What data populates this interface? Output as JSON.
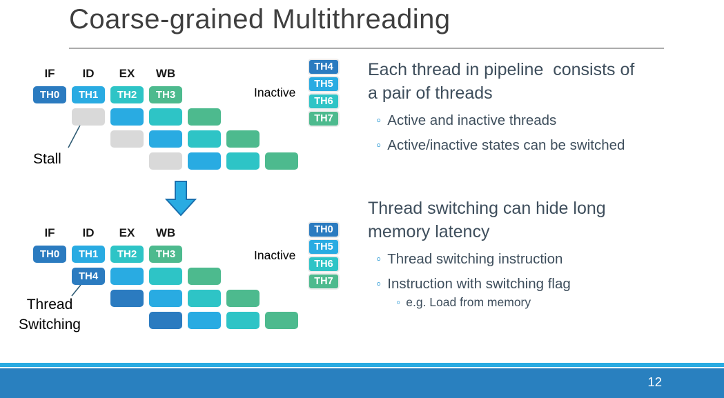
{
  "title": "Coarse-grained Multithreading",
  "colors": {
    "darkblue": "#2B7BC0",
    "lightblue": "#29ABE2",
    "teal": "#2EC4C6",
    "green": "#4DBA8E",
    "gray": "#D9D9D9",
    "callout_line": "#2F5B73",
    "heading_text": "#3E4E5C",
    "bullet_marker": "#2E9BD5",
    "arrow_fill": "#29ABE2",
    "arrow_stroke": "#1A70AE",
    "footer_main": "#2980BF",
    "footer_accent": "#29ABE2"
  },
  "pipeline_top": {
    "stage_headers": [
      "IF",
      "ID",
      "EX",
      "WB"
    ],
    "rows": [
      {
        "cells": [
          {
            "col": 0,
            "color": "darkblue",
            "label": "TH0"
          },
          {
            "col": 1,
            "color": "lightblue",
            "label": "TH1"
          },
          {
            "col": 2,
            "color": "teal",
            "label": "TH2"
          },
          {
            "col": 3,
            "color": "green",
            "label": "TH3"
          }
        ]
      },
      {
        "cells": [
          {
            "col": 1,
            "color": "gray"
          },
          {
            "col": 2,
            "color": "lightblue"
          },
          {
            "col": 3,
            "color": "teal"
          },
          {
            "col": 4,
            "color": "green"
          }
        ]
      },
      {
        "cells": [
          {
            "col": 2,
            "color": "gray"
          },
          {
            "col": 3,
            "color": "lightblue"
          },
          {
            "col": 4,
            "color": "teal"
          },
          {
            "col": 5,
            "color": "green"
          }
        ]
      },
      {
        "cells": [
          {
            "col": 3,
            "color": "gray"
          },
          {
            "col": 4,
            "color": "lightblue"
          },
          {
            "col": 5,
            "color": "teal"
          },
          {
            "col": 6,
            "color": "green"
          }
        ]
      }
    ],
    "callout": "Stall",
    "inactive": {
      "label": "Inactive",
      "threads": [
        {
          "label": "TH4",
          "color": "darkblue"
        },
        {
          "label": "TH5",
          "color": "lightblue"
        },
        {
          "label": "TH6",
          "color": "teal"
        },
        {
          "label": "TH7",
          "color": "green"
        }
      ]
    }
  },
  "pipeline_bottom": {
    "stage_headers": [
      "IF",
      "ID",
      "EX",
      "WB"
    ],
    "rows": [
      {
        "cells": [
          {
            "col": 0,
            "color": "darkblue",
            "label": "TH0"
          },
          {
            "col": 1,
            "color": "lightblue",
            "label": "TH1"
          },
          {
            "col": 2,
            "color": "teal",
            "label": "TH2"
          },
          {
            "col": 3,
            "color": "green",
            "label": "TH3"
          }
        ]
      },
      {
        "cells": [
          {
            "col": 1,
            "color": "darkblue",
            "label": "TH4"
          },
          {
            "col": 2,
            "color": "lightblue"
          },
          {
            "col": 3,
            "color": "teal"
          },
          {
            "col": 4,
            "color": "green"
          }
        ]
      },
      {
        "cells": [
          {
            "col": 2,
            "color": "darkblue"
          },
          {
            "col": 3,
            "color": "lightblue"
          },
          {
            "col": 4,
            "color": "teal"
          },
          {
            "col": 5,
            "color": "green"
          }
        ]
      },
      {
        "cells": [
          {
            "col": 3,
            "color": "darkblue"
          },
          {
            "col": 4,
            "color": "lightblue"
          },
          {
            "col": 5,
            "color": "teal"
          },
          {
            "col": 6,
            "color": "green"
          }
        ]
      }
    ],
    "callout": "Thread\nSwitching",
    "inactive": {
      "label": "Inactive",
      "threads": [
        {
          "label": "TH0",
          "color": "darkblue"
        },
        {
          "label": "TH5",
          "color": "lightblue"
        },
        {
          "label": "TH6",
          "color": "teal"
        },
        {
          "label": "TH7",
          "color": "green"
        }
      ]
    }
  },
  "right_column": {
    "block1": {
      "heading": "Each thread in pipeline  consists of\na pair of threads",
      "bullets": [
        "Active and inactive threads",
        "Active/inactive states can be switched"
      ]
    },
    "block2": {
      "heading": "Thread switching can hide long\nmemory latency",
      "bullets": [
        "Thread switching instruction",
        "Instruction with switching flag"
      ],
      "sub_bullets": [
        "e.g. Load from memory"
      ]
    }
  },
  "footer": {
    "page_number": "12"
  }
}
